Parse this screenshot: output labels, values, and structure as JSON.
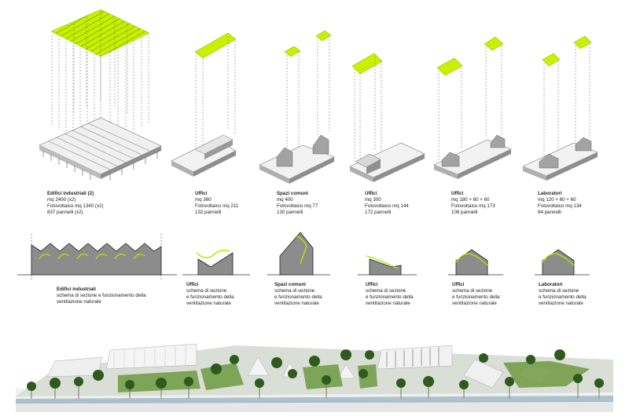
{
  "colors": {
    "panel": "#c8f000",
    "panel_edge": "#9cbf00",
    "building_top": "#f2f2f2",
    "building_side": "#9a9a9a",
    "section_fill": "#8c8c8c",
    "vent_arrow": "#b4e600",
    "ground": "#e7e7e7",
    "greenery": "#4d7a2a"
  },
  "top_labels": [
    {
      "title": "Edifici industriali (2)",
      "lines": [
        "mq 2400 (x2)",
        "Fotovoltaico mq 1340 (x2)",
        "837 pannelli (x2)"
      ]
    },
    {
      "title": "Uffici",
      "lines": [
        "mq 360",
        "Fotovoltaico mq 211",
        "132 pannelli"
      ]
    },
    {
      "title": "Spazi comuni",
      "lines": [
        "mq 400",
        "Fotovoltaico mq 77",
        "130 pannelli"
      ]
    },
    {
      "title": "Uffici",
      "lines": [
        "mq 300",
        "Fotovoltaico mq 144",
        "172 pannelli"
      ]
    },
    {
      "title": "Uffici",
      "lines": [
        "mq 180 + 60 + 60",
        "Fotovoltaico mq 173",
        "108 pannelli"
      ]
    },
    {
      "title": "Laboratori",
      "lines": [
        "mq 120 + 60 + 60",
        "Fotovoltaico mq 134",
        "84 pannelli"
      ]
    }
  ],
  "section_labels": [
    {
      "title": "Edifici industriali",
      "lines": [
        "schema di sezione e funzionamento della",
        "ventilazione naturale"
      ]
    },
    {
      "title": "Uffici",
      "lines": [
        "schema di sezione",
        "e funzionamento della",
        "ventilazione naturale"
      ]
    },
    {
      "title": "Spazi comuni",
      "lines": [
        "schema di sezione",
        "e funzionamento della",
        "ventilazione naturale"
      ]
    },
    {
      "title": "Uffici",
      "lines": [
        "schema di sezione",
        "e funzionamento della",
        "ventilazione naturale"
      ]
    },
    {
      "title": "Uffici",
      "lines": [
        "schema di sezione",
        "e funzionamento della",
        "ventilazione naturale"
      ]
    },
    {
      "title": "Laboratori",
      "lines": [
        "schema di sezione",
        "e funzionamento della",
        "ventilazione naturale"
      ]
    }
  ]
}
